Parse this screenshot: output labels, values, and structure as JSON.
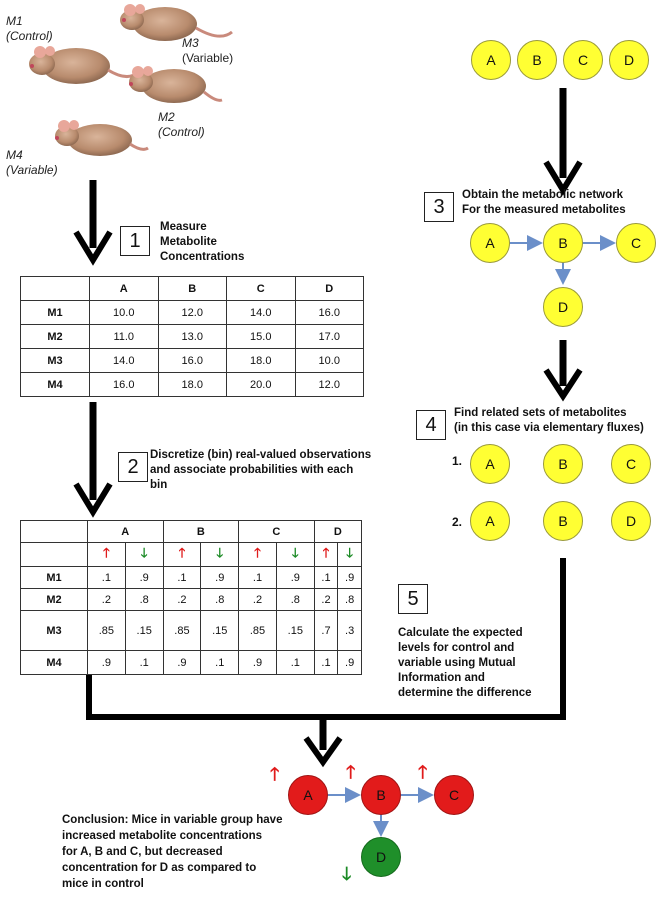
{
  "mice": [
    {
      "id": "M1",
      "group": "(Control)"
    },
    {
      "id": "M3",
      "group": "(Variable)"
    },
    {
      "id": "M2",
      "group": "(Control)"
    },
    {
      "id": "M4",
      "group": "(Variable)"
    }
  ],
  "steps": {
    "s1": {
      "num": "1",
      "text_lines": [
        "Measure",
        "Metabolite",
        "Concentrations"
      ]
    },
    "s2": {
      "num": "2",
      "text_lines": [
        "Discretize (bin) real-valued observations",
        "and associate probabilities with each",
        "bin"
      ]
    },
    "s3": {
      "num": "3",
      "text_lines": [
        "Obtain the metabolic network",
        "For the measured metabolites"
      ]
    },
    "s4": {
      "num": "4",
      "text_lines": [
        "Find related sets of metabolites",
        "(in this case via elementary fluxes)"
      ]
    },
    "s5": {
      "num": "5",
      "text_lines": [
        "Calculate the expected",
        "levels for control and",
        "variable using Mutual",
        "Information and",
        "determine the difference"
      ]
    }
  },
  "metabolites": [
    "A",
    "B",
    "C",
    "D"
  ],
  "table1": {
    "columns": [
      "",
      "A",
      "B",
      "C",
      "D"
    ],
    "rows": [
      {
        "label": "M1",
        "values": [
          "10.0",
          "12.0",
          "14.0",
          "16.0"
        ]
      },
      {
        "label": "M2",
        "values": [
          "11.0",
          "13.0",
          "15.0",
          "17.0"
        ]
      },
      {
        "label": "M3",
        "values": [
          "14.0",
          "16.0",
          "18.0",
          "10.0"
        ]
      },
      {
        "label": "M4",
        "values": [
          "16.0",
          "18.0",
          "20.0",
          "12.0"
        ]
      }
    ]
  },
  "table2": {
    "groups": [
      "A",
      "B",
      "C",
      "D"
    ],
    "up_arrow": "🡑",
    "down_arrow": "🡓",
    "rows": [
      {
        "label": "M1",
        "values": [
          ".1",
          ".9",
          ".1",
          ".9",
          ".1",
          ".9",
          ".1",
          ".9"
        ]
      },
      {
        "label": "M2",
        "values": [
          ".2",
          ".8",
          ".2",
          ".8",
          ".2",
          ".8",
          ".2",
          ".8"
        ]
      },
      {
        "label": "M3",
        "values": [
          ".85",
          ".15",
          ".85",
          ".15",
          ".85",
          ".15",
          ".7",
          ".3"
        ]
      },
      {
        "label": "M4",
        "values": [
          ".9",
          ".1",
          ".9",
          ".1",
          ".9",
          ".1",
          ".1",
          ".9"
        ]
      }
    ]
  },
  "sets": [
    {
      "num": "1.",
      "members": [
        "A",
        "B",
        "C"
      ]
    },
    {
      "num": "2.",
      "members": [
        "A",
        "B",
        "D"
      ]
    }
  ],
  "conclusion_lines": [
    "Conclusion: Mice in variable group have",
    "increased metabolite concentrations",
    "for A, B and C, but decreased",
    "concentration for D as compared to",
    "mice in control"
  ],
  "colors": {
    "node_yellow": "#ffff33",
    "up_red": "#e21b1b",
    "down_green": "#1f8f2a",
    "edge_blue": "#6b8fc9"
  }
}
